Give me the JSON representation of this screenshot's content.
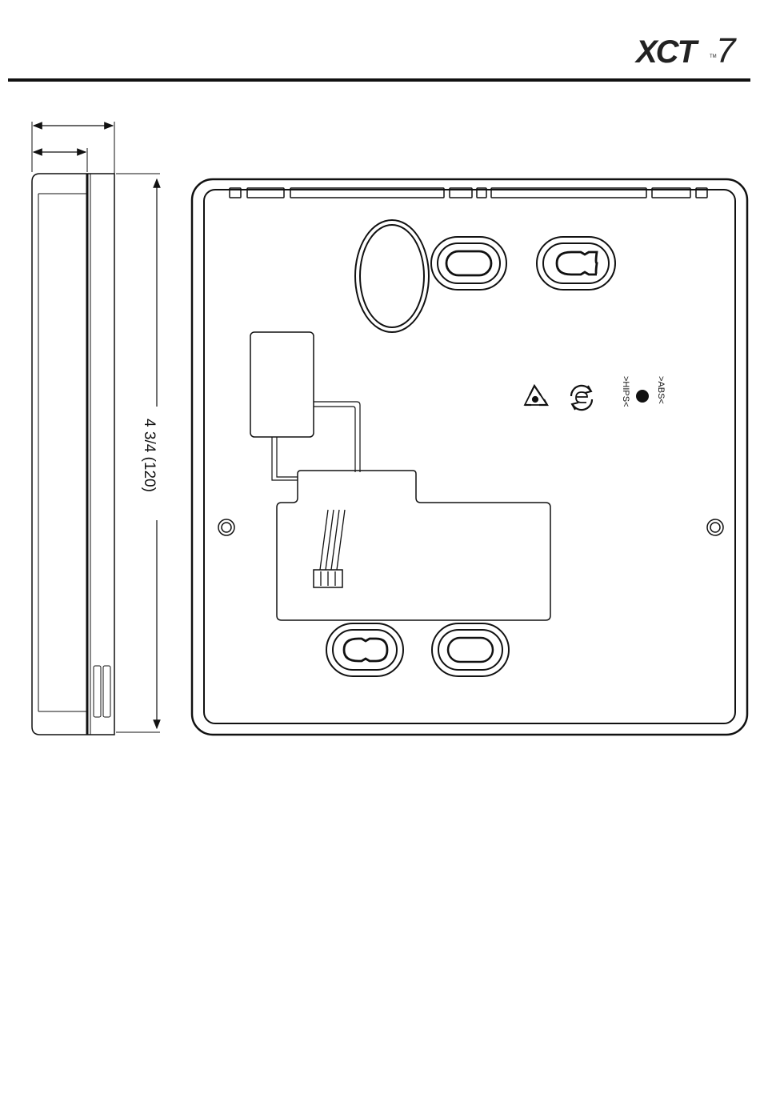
{
  "brand": {
    "logo_letters": "XCT",
    "logo_number": "7",
    "trademark": "TM"
  },
  "dimensions": {
    "height_label": "4 3/4 (120)"
  },
  "markings": {
    "material_hips": ">HIPS<",
    "material_abs": ">ABS<",
    "recycle_icon": "recycle-icon",
    "rohs_icon": "recycle-arrows-e-icon"
  }
}
